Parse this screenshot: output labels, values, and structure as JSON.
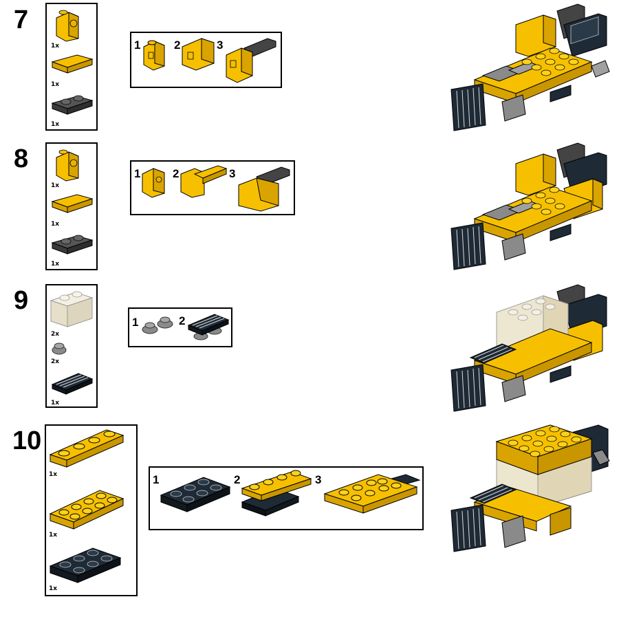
{
  "colors": {
    "yellow": "#f6c000",
    "yellow_dark": "#c99600",
    "dark_gray": "#444444",
    "navy": "#1e2a36",
    "light_gray": "#a0a0a0",
    "trans_clear": "#efeadb",
    "outline": "#000000"
  },
  "steps": [
    {
      "number": "7",
      "parts": [
        {
          "name": "bracket-1x1-yellow",
          "qty": "1x"
        },
        {
          "name": "tile-1x2-yellow",
          "qty": "1x"
        },
        {
          "name": "plate-1x2-dark-gray",
          "qty": "1x"
        }
      ],
      "sub_labels": [
        "1",
        "2",
        "3"
      ]
    },
    {
      "number": "8",
      "parts": [
        {
          "name": "bracket-1x1-yellow",
          "qty": "1x"
        },
        {
          "name": "tile-1x2-yellow",
          "qty": "1x"
        },
        {
          "name": "plate-1x2-dark-gray",
          "qty": "1x"
        }
      ],
      "sub_labels": [
        "1",
        "2",
        "3"
      ]
    },
    {
      "number": "9",
      "parts": [
        {
          "name": "brick-1x2-trans-clear",
          "qty": "2x"
        },
        {
          "name": "plate-round-1x1-gray",
          "qty": "2x"
        },
        {
          "name": "tile-grille-1x2-navy",
          "qty": "1x"
        }
      ],
      "sub_labels": [
        "1",
        "2"
      ]
    },
    {
      "number": "10",
      "parts": [
        {
          "name": "plate-1x4-yellow",
          "qty": "1x"
        },
        {
          "name": "plate-2x4-yellow",
          "qty": "1x"
        },
        {
          "name": "plate-2x3-navy",
          "qty": "1x"
        }
      ],
      "sub_labels": [
        "1",
        "2",
        "3"
      ]
    }
  ]
}
